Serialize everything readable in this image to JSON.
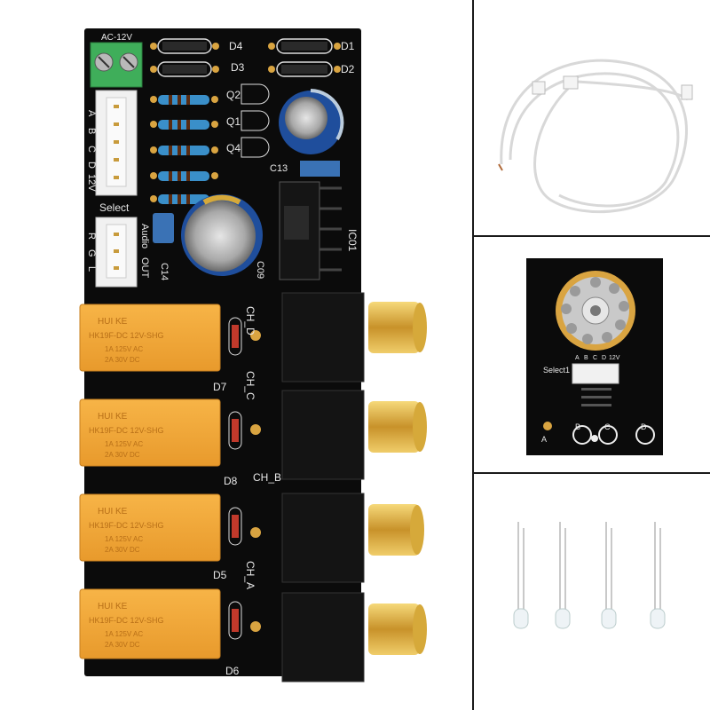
{
  "main_board": {
    "power_label": "AC-12V",
    "diodes_top": [
      "D4",
      "D3",
      "D1",
      "D2"
    ],
    "transistors": [
      "Q2",
      "Q1",
      "Q4"
    ],
    "header_pins": [
      "A",
      "B",
      "C",
      "D",
      "12V"
    ],
    "select_label": "Select",
    "audio_out_pins": [
      "R",
      "G",
      "L"
    ],
    "audio_label": "Audio",
    "out_label": "OUT",
    "cap_labels": [
      "C13",
      "C09",
      "C14"
    ],
    "ic_label": "IC01",
    "relay_text": {
      "brand": "HUI KE",
      "model": "HK19F-DC 12V-SHG",
      "rating1": "1A 125V AC",
      "rating2": "2A 30V DC"
    },
    "channels": [
      "CH_D",
      "CH_C",
      "CH_B",
      "CH_A"
    ],
    "relay_diodes": [
      "D7",
      "D8",
      "D5",
      "D6"
    ]
  },
  "selector_board": {
    "header_label": "Select1",
    "header_pins": [
      "A",
      "B",
      "C",
      "D",
      "12V"
    ],
    "pad_labels": [
      "A",
      "B",
      "C",
      "D"
    ]
  },
  "colors": {
    "pcb": "#0b0b0b",
    "relay": "#f2a83a",
    "rca_gold": "#e0b43c",
    "terminal_green": "#3fae5a",
    "capacitor_blue": "#1f4e9c"
  }
}
